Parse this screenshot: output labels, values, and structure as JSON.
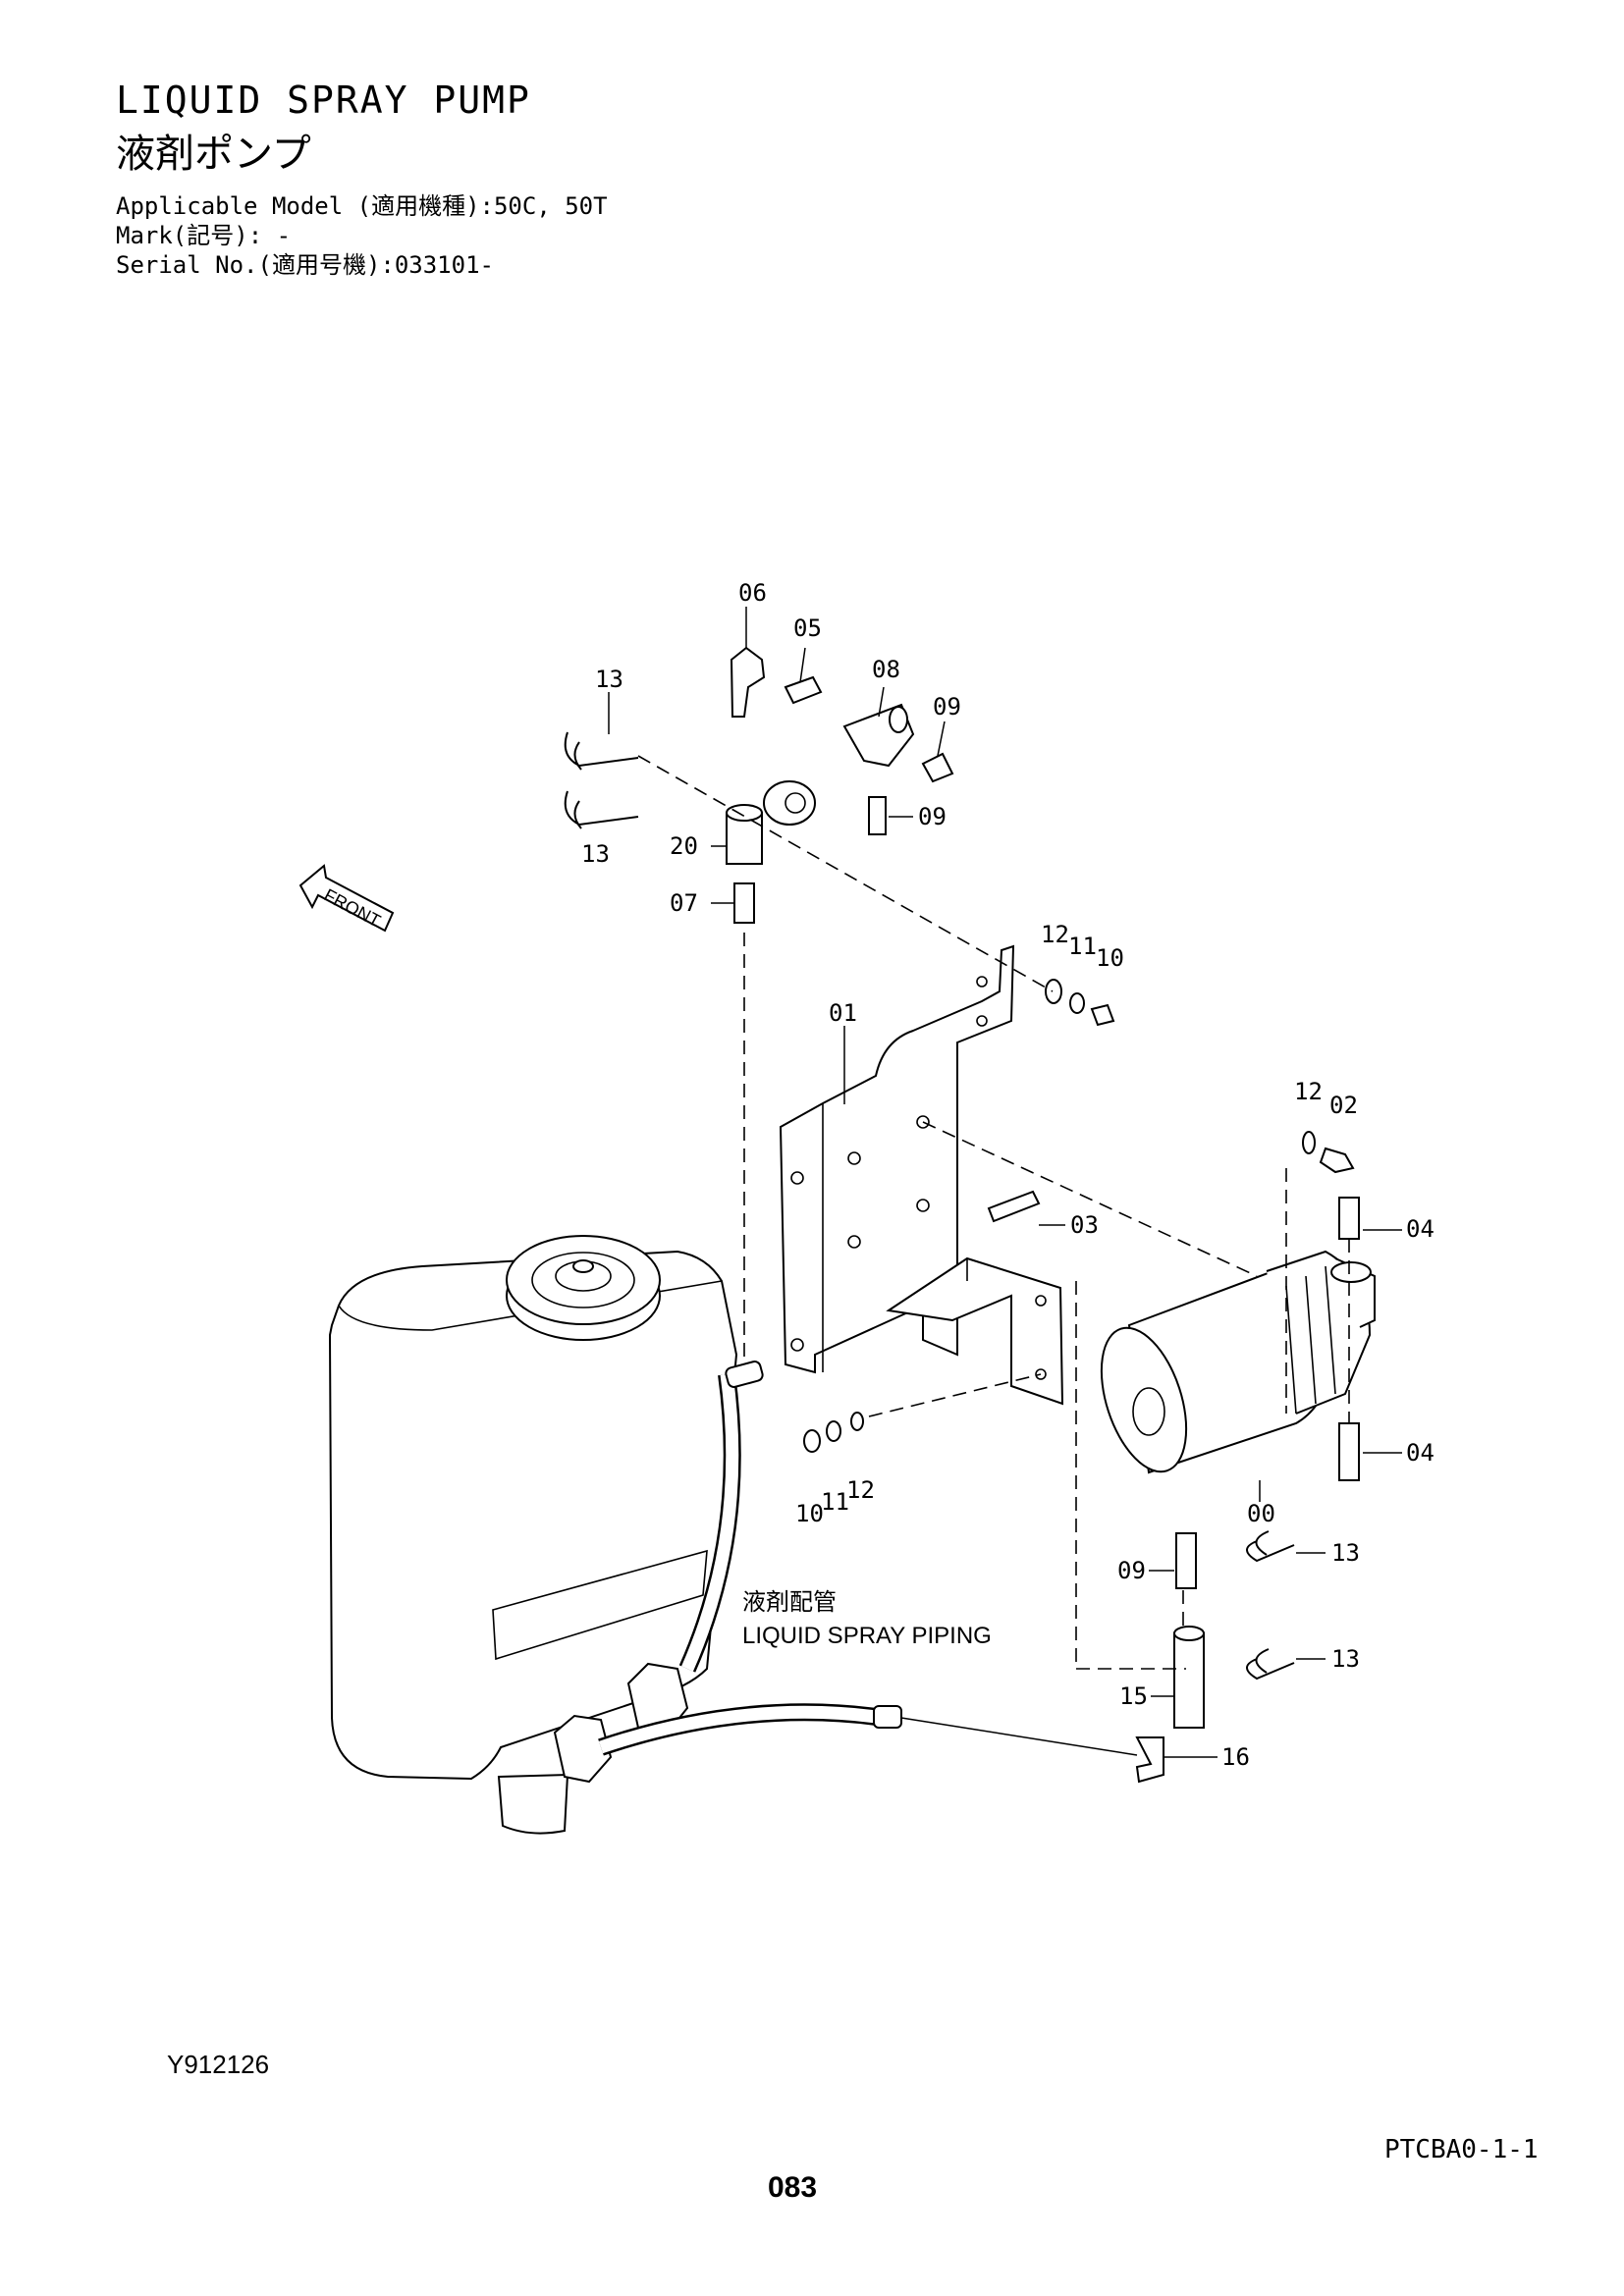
{
  "header": {
    "title_en": "LIQUID SPRAY PUMP",
    "title_jp": "液剤ポンプ",
    "applicable_model": "Applicable Model (適用機種):50C, 50T",
    "mark": "Mark(記号): -",
    "serial_no": "Serial No.(適用号機):033101-"
  },
  "diagram": {
    "front_label": "FRONT",
    "piping_label_jp": "液剤配管",
    "piping_label_en": "LIQUID SPRAY PIPING",
    "callouts": {
      "c06": "06",
      "c05": "05",
      "c08": "08",
      "c09a": "09",
      "c09b": "09",
      "c13a": "13",
      "c13b": "13",
      "c20": "20",
      "c07": "07",
      "c12a": "12",
      "c11a": "11",
      "c10a": "10",
      "c01": "01",
      "c12b": "12",
      "c02": "02",
      "c03": "03",
      "c04a": "04",
      "c04b": "04",
      "c00": "00",
      "c10b": "10",
      "c11b": "11",
      "c12c": "12",
      "c09c": "09",
      "c13c": "13",
      "c13d": "13",
      "c15": "15",
      "c16": "16"
    }
  },
  "footer": {
    "drawing_no": "Y912126",
    "page_code": "PTCBA0-1-1",
    "page_number": "083"
  }
}
